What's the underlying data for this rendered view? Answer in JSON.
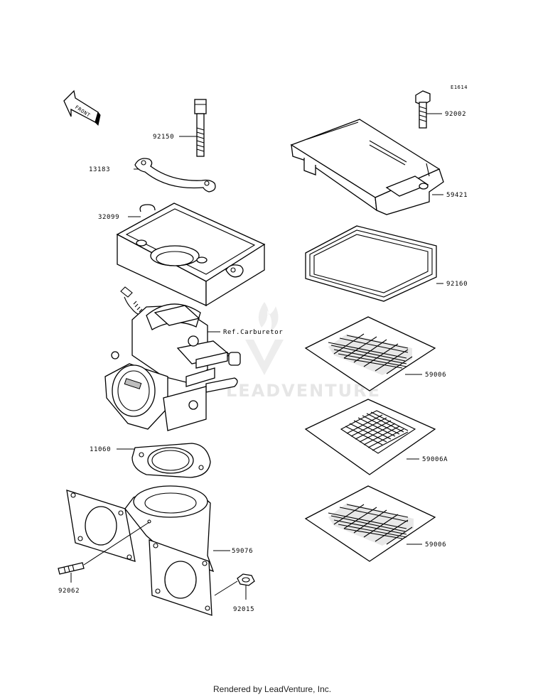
{
  "diagram_code": "E1614",
  "front_label": "FRONT",
  "watermark": "LEADVENTURE",
  "footer": "Rendered by LeadVenture, Inc.",
  "callouts": {
    "bolt_top": "92150",
    "bracket": "13183",
    "filter_case": "32099",
    "carburetor": "Ref.Carburetor",
    "gasket_carb": "11060",
    "stud": "92062",
    "manifold": "59076",
    "nut": "92015",
    "cover_bolt": "92002",
    "cover": "59421",
    "seal": "92160",
    "screen_upper": "59006",
    "screen_middle": "59006A",
    "screen_lower": "59006"
  }
}
